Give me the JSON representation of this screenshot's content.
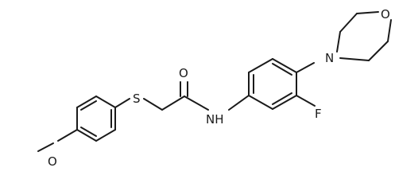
{
  "molecule": {
    "atoms": {
      "oxygen_carbonyl": "O",
      "sulfur": "S",
      "nh": "NH",
      "fluorine": "F",
      "nitrogen_morpholine": "N",
      "oxygen_morpholine": "O",
      "oxygen_methoxy": "O"
    }
  },
  "colors": {
    "ink": "#1a1a1a",
    "background": "#ffffff"
  }
}
